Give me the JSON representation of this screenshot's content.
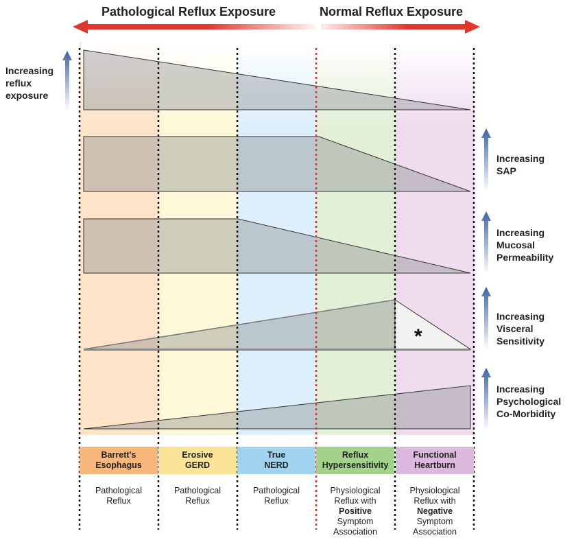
{
  "header": {
    "left_label": "Pathological Reflux Exposure",
    "right_label": "Normal Reflux Exposure"
  },
  "left_axis_label": [
    "Increasing",
    "reflux",
    "exposure"
  ],
  "rows": [
    {
      "label": [
        "Increasing",
        "SAP"
      ]
    },
    {
      "label": [
        "Increasing",
        "Mucosal",
        "Permeability"
      ]
    },
    {
      "label": [
        "Increasing",
        "Visceral",
        "Sensitivity"
      ]
    },
    {
      "label": [
        "Increasing",
        "Psychological",
        "Co-Morbidity"
      ]
    }
  ],
  "categories": [
    {
      "name": "Barrett's Esophagus",
      "lines": [
        "Barrett's",
        "Esophagus"
      ],
      "color": "#f7b77a",
      "tint": "#fde3c8",
      "desc": [
        "Pathological",
        "Reflux"
      ]
    },
    {
      "name": "Erosive GERD",
      "lines": [
        "Erosive",
        "GERD"
      ],
      "color": "#fbe497",
      "tint": "#fef8d8",
      "desc": [
        "Pathological",
        "Reflux"
      ]
    },
    {
      "name": "True NERD",
      "lines": [
        "True",
        "NERD"
      ],
      "color": "#9fd3ee",
      "tint": "#ddeffa",
      "desc": [
        "Pathological",
        "Reflux"
      ]
    },
    {
      "name": "Reflux Hypersensitivity",
      "lines": [
        "Reflux",
        "Hypersensitivity"
      ],
      "color": "#a3d28b",
      "tint": "#e3f0d8",
      "desc_pre": [
        "Physiological",
        "Reflux with"
      ],
      "desc_bold": "Positive",
      "desc_post": [
        "Symptom",
        "Association"
      ]
    },
    {
      "name": "Functional Heartburn",
      "lines": [
        "Functional",
        "Heartburn"
      ],
      "color": "#dbb9dc",
      "tint": "#efdcee",
      "desc_pre": [
        "Physiological",
        "Reflux with"
      ],
      "desc_bold": "Negative",
      "desc_post": [
        "Symptom",
        "Association"
      ]
    }
  ],
  "annotation": "*",
  "colors": {
    "arrow_red": "#e0362b",
    "divider_red": "#d9302a",
    "divider_black": "#111111",
    "shape_fill": "#8d8f93",
    "shape_stroke": "#333333",
    "side_arrow_blue": "#3d64a8"
  }
}
